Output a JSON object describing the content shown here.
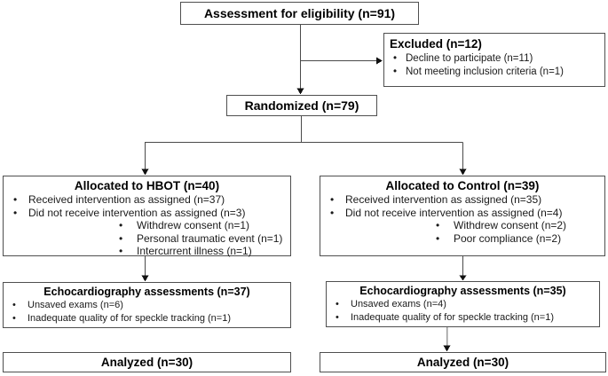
{
  "diagram": {
    "assessment": {
      "title": "Assessment for eligibility (n=91)"
    },
    "excluded": {
      "title": "Excluded (n=12)",
      "bullets": [
        "Decline to participate (n=11)",
        "Not meeting inclusion criteria (n=1)"
      ]
    },
    "randomized": {
      "title": "Randomized (n=79)"
    },
    "hbot": {
      "title": "Allocated to HBOT (n=40)",
      "bullets": [
        "Received intervention as assigned (n=37)",
        "Did not receive intervention as assigned (n=3)"
      ],
      "sub_bullets": [
        "Withdrew consent (n=1)",
        "Personal traumatic event (n=1)",
        "Intercurrent illness (n=1)"
      ]
    },
    "control": {
      "title": "Allocated to Control (n=39)",
      "bullets": [
        "Received intervention as assigned (n=35)",
        "Did not receive intervention as assigned (n=4)"
      ],
      "sub_bullets": [
        "Withdrew consent (n=2)",
        "Poor compliance (n=2)"
      ]
    },
    "echo_hbot": {
      "title": "Echocardiography assessments (n=37)",
      "bullets": [
        "Unsaved exams (n=6)",
        "Inadequate quality of for speckle tracking (n=1)"
      ]
    },
    "echo_control": {
      "title": "Echocardiography assessments (n=35)",
      "bullets": [
        "Unsaved exams (n=4)",
        "Inadequate quality of for speckle tracking (n=1)"
      ]
    },
    "analyzed_hbot": {
      "title": "Analyzed (n=30)"
    },
    "analyzed_control": {
      "title": "Analyzed (n=30)"
    }
  },
  "colors": {
    "box_border": "#4f4f4f",
    "line": "#4a4a4a",
    "faded_line": "#9a9a9a",
    "text": "#1a1a1a",
    "background": "#ffffff"
  }
}
